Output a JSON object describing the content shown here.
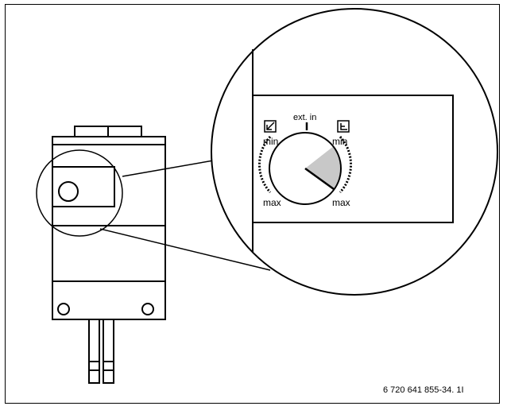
{
  "dial": {
    "top_label": "ext. in",
    "left_min_label": "min",
    "left_max_label": "max",
    "right_min_label": "min",
    "right_max_label": "max",
    "left_icon": "diagonal-curve-icon",
    "right_icon": "flat-curve-icon",
    "shaded_sector_color": "#c8c8c8"
  },
  "figure_code": "6 720 641 855-34. 1I"
}
